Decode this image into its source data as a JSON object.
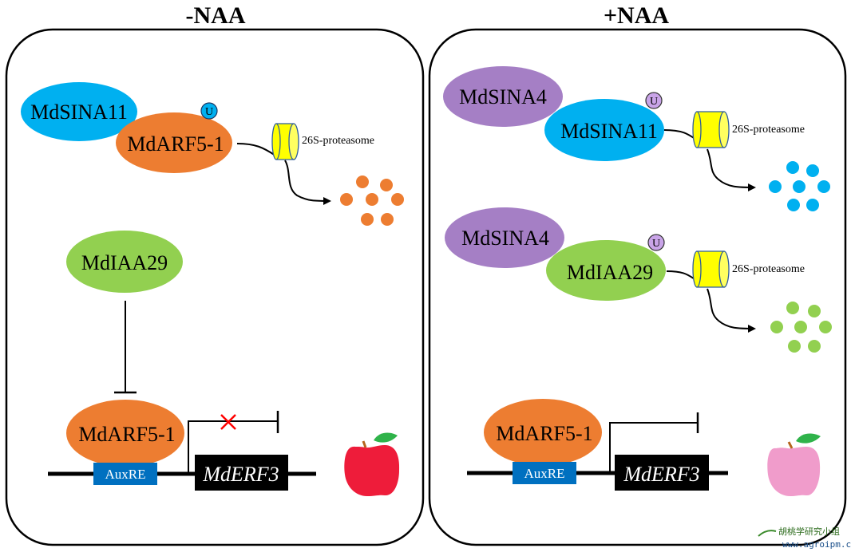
{
  "panels": [
    {
      "title": "-NAA",
      "complex": {
        "partner": {
          "label": "MdSINA11",
          "color": "#00b0f0"
        },
        "substrate": {
          "label": "MdARF5-1",
          "color": "#ed7d31"
        },
        "ubiquitin": {
          "label": "U",
          "color": "#00b0f0"
        },
        "proteasome_label": "26S-proteasome",
        "fragments_color": "#ed7d31"
      },
      "repressor": {
        "label": "MdIAA29",
        "color": "#92d050"
      },
      "tf": {
        "label": "MdARF5-1",
        "color": "#ed7d31"
      },
      "promoter_element": "AuxRE",
      "gene": "MdERF3",
      "transcription_blocked": true,
      "apple_color": "#ee1c3a"
    },
    {
      "title": "+NAA",
      "complexes": [
        {
          "partner": {
            "label": "MdSINA4",
            "color": "#a57fc5"
          },
          "substrate": {
            "label": "MdSINA11",
            "color": "#00b0f0"
          },
          "ubiquitin": {
            "label": "U",
            "color": "#c9a4e8"
          },
          "proteasome_label": "26S-proteasome",
          "fragments_color": "#00b0f0"
        },
        {
          "partner": {
            "label": "MdSINA4",
            "color": "#a57fc5"
          },
          "substrate": {
            "label": "MdIAA29",
            "color": "#92d050"
          },
          "ubiquitin": {
            "label": "U",
            "color": "#c9a4e8"
          },
          "proteasome_label": "26S-proteasome",
          "fragments_color": "#92d050"
        }
      ],
      "tf": {
        "label": "MdARF5-1",
        "color": "#ed7d31"
      },
      "promoter_element": "AuxRE",
      "gene": "MdERF3",
      "transcription_blocked": false,
      "apple_color": "#f09ccb"
    }
  ],
  "colors": {
    "proteasome_fill": "#ffff00",
    "proteasome_stroke": "#2e5d9c",
    "auxre_fill": "#0070c0",
    "gene_fill": "#000000",
    "block_mark": "#ff0000",
    "leaf": "#2fb34a"
  },
  "watermark": {
    "line1": "胡桃学研究小组",
    "line2": "www.agroipm.cn"
  }
}
